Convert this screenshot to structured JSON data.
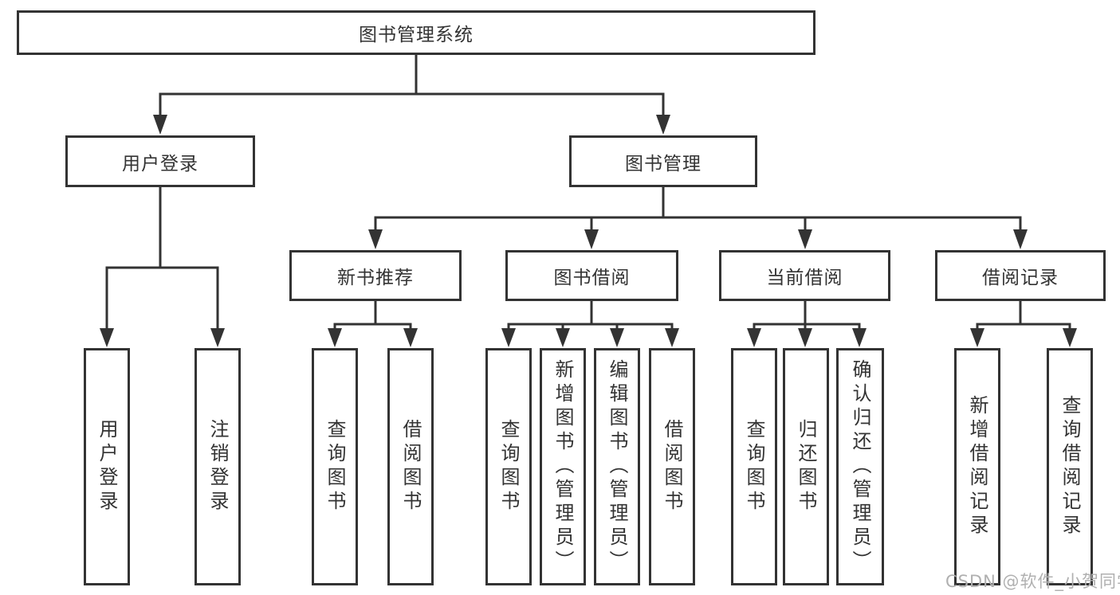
{
  "chart": {
    "type": "tree-diagram",
    "root": {
      "label": "图书管理系统"
    },
    "branches": [
      {
        "label": "用户登录",
        "children": [
          {
            "label": "用户登录"
          },
          {
            "label": "注销登录"
          }
        ]
      },
      {
        "label": "图书管理",
        "children": [
          {
            "label": "新书推荐",
            "children": [
              {
                "label": "查询图书"
              },
              {
                "label": "借阅图书"
              }
            ]
          },
          {
            "label": "图书借阅",
            "children": [
              {
                "label": "查询图书"
              },
              {
                "label": "新增图书（管理员）"
              },
              {
                "label": "编辑图书（管理员）"
              },
              {
                "label": "借阅图书"
              }
            ]
          },
          {
            "label": "当前借阅",
            "children": [
              {
                "label": "查询图书"
              },
              {
                "label": "归还图书"
              },
              {
                "label": "确认归还（管理员）"
              }
            ]
          },
          {
            "label": "借阅记录",
            "children": [
              {
                "label": "新增借阅记录"
              },
              {
                "label": "查询借阅记录"
              }
            ]
          }
        ]
      }
    ]
  },
  "watermark": {
    "text": "CSDN @软件_小贺同学",
    "color": "#b0b0b0"
  },
  "colors": {
    "line": "#333333",
    "box_border": "#333333",
    "box_fill": "#ffffff",
    "text": "#333333",
    "background": "#ffffff"
  }
}
